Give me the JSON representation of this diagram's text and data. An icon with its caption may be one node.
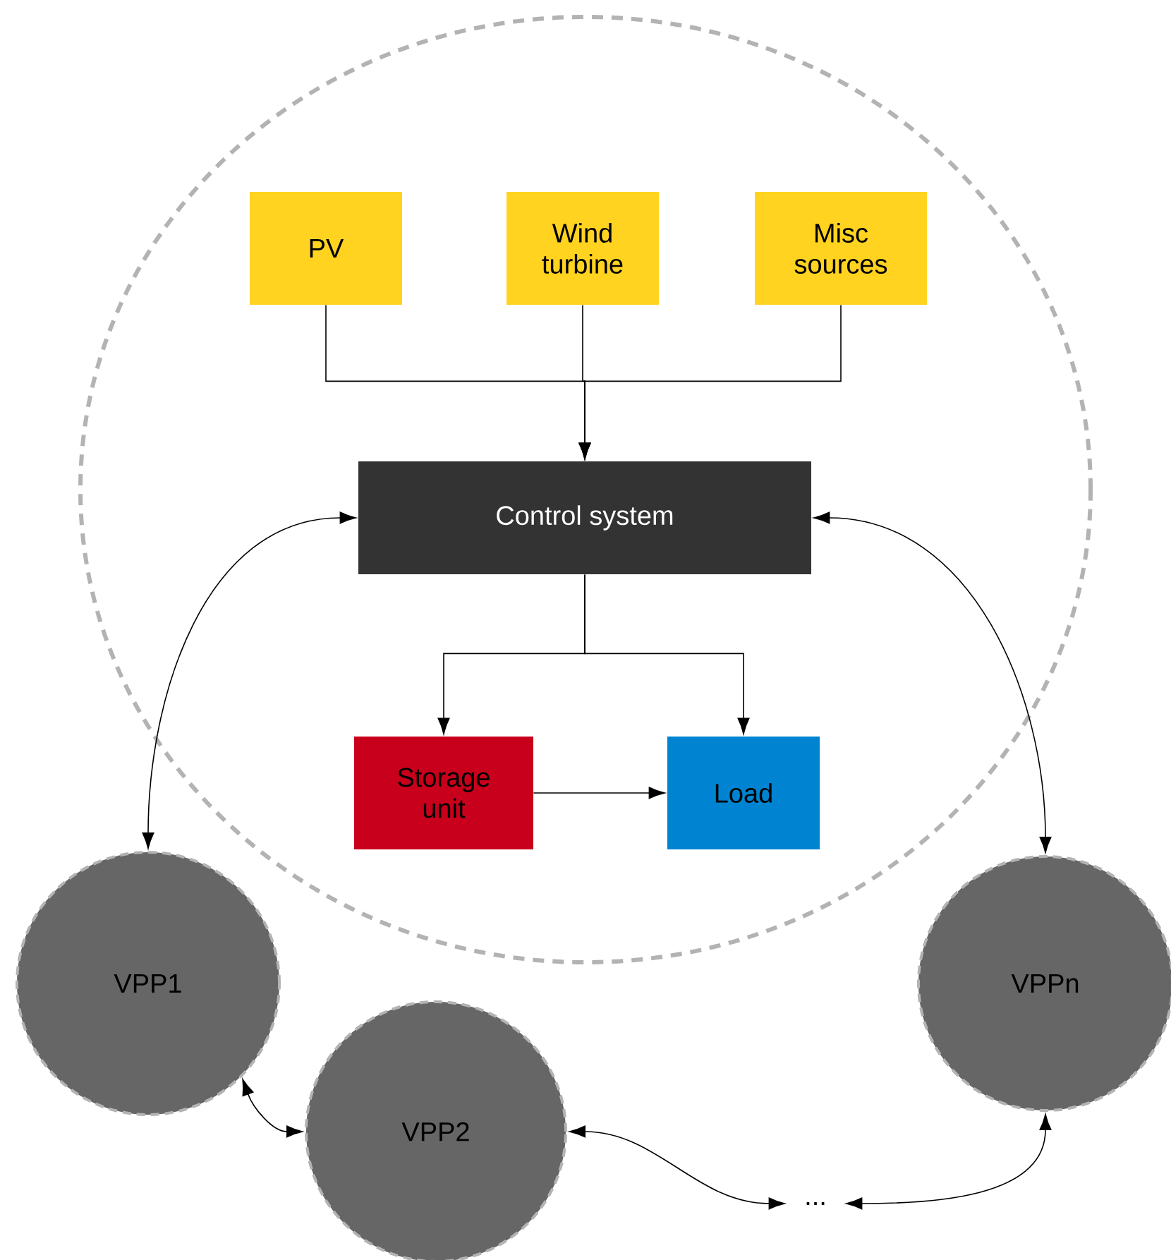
{
  "diagram": {
    "nodes": [
      {
        "text": [],
        "shape": "circle"
      },
      {
        "text": [
          "PV"
        ],
        "in": 0
      },
      {
        "text": [
          "Wind turbine"
        ],
        "in": 0
      },
      {
        "text": [
          "Misc sources"
        ],
        "in": 0
      },
      {
        "text": [
          "Control system"
        ],
        "in": 0
      },
      {
        "text": [
          "Storage unit"
        ],
        "in": 0
      },
      {
        "text": [
          "Load"
        ],
        "in": 0
      },
      {
        "text": [
          "VPP1"
        ]
      },
      {
        "text": [
          "VPP2"
        ]
      },
      {
        "text": [
          "VPPn"
        ]
      },
      {
        "text": [
          "..."
        ]
      }
    ],
    "edges": [
      {
        "from": 1,
        "to": 4,
        "arrow": "to"
      },
      {
        "from": 2,
        "to": 4,
        "arrow": "to"
      },
      {
        "from": 3,
        "to": 4,
        "arrow": "to"
      },
      {
        "from": 4,
        "to": 5,
        "arrow": "to"
      },
      {
        "from": 4,
        "to": 6,
        "arrow": "to"
      },
      {
        "from": 5,
        "to": 6,
        "arrow": "to"
      },
      {
        "from": 4,
        "to": 7,
        "arrow": "both"
      },
      {
        "from": 4,
        "to": 9,
        "arrow": "both"
      },
      {
        "from": 7,
        "to": 8,
        "arrow": "both"
      },
      {
        "from": 8,
        "to": 10,
        "arrow": "both"
      },
      {
        "from": 10,
        "to": 9,
        "arrow": "both"
      }
    ]
  }
}
